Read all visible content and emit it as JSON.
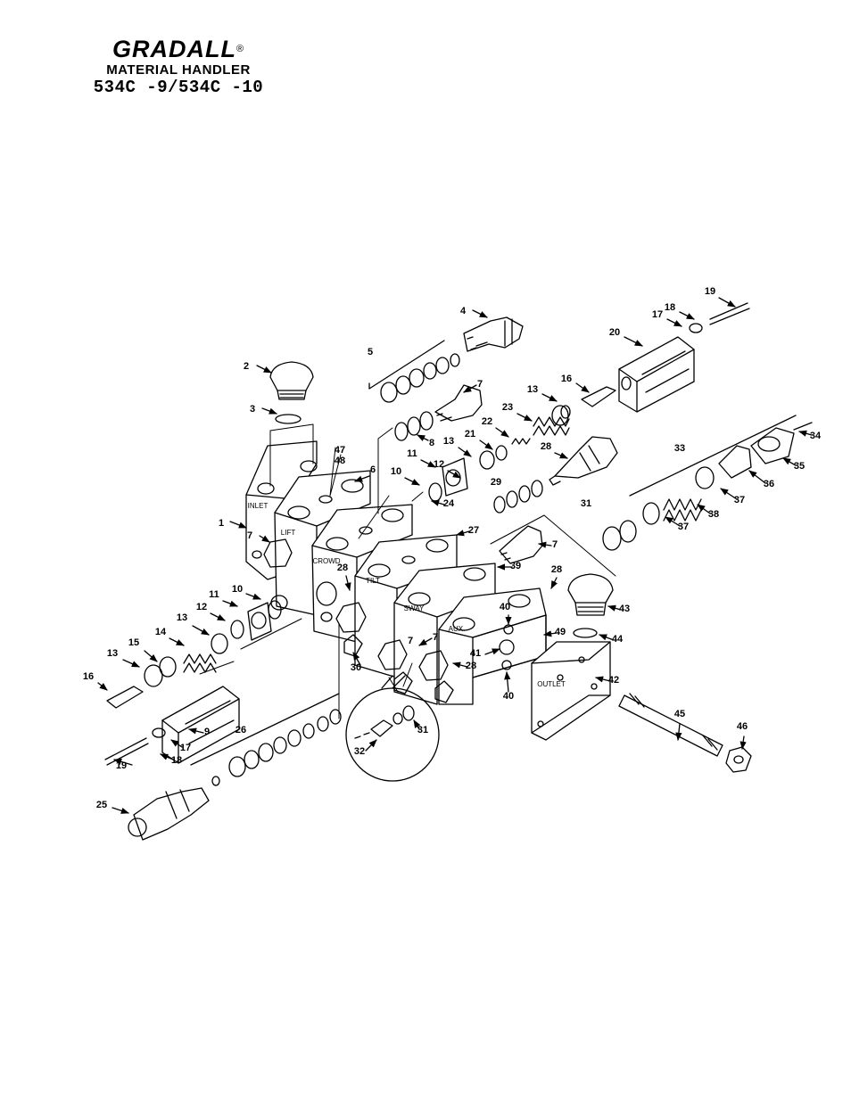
{
  "header": {
    "brand": "GRADALL",
    "registered_mark": "®",
    "subtitle": "MATERIAL HANDLER",
    "model": "534C -9/534C -10"
  },
  "section_labels": [
    "INLET",
    "LIFT",
    "CROWD",
    "TILT",
    "SWAY",
    "AUX.",
    "OUTLET"
  ],
  "callouts": [
    {
      "n": "1"
    },
    {
      "n": "2"
    },
    {
      "n": "3"
    },
    {
      "n": "4"
    },
    {
      "n": "5"
    },
    {
      "n": "6"
    },
    {
      "n": "7"
    },
    {
      "n": "7"
    },
    {
      "n": "7"
    },
    {
      "n": "7"
    },
    {
      "n": "7"
    },
    {
      "n": "8"
    },
    {
      "n": "9"
    },
    {
      "n": "10"
    },
    {
      "n": "10"
    },
    {
      "n": "11"
    },
    {
      "n": "11"
    },
    {
      "n": "12"
    },
    {
      "n": "12"
    },
    {
      "n": "13"
    },
    {
      "n": "13"
    },
    {
      "n": "13"
    },
    {
      "n": "13"
    },
    {
      "n": "14"
    },
    {
      "n": "15"
    },
    {
      "n": "16"
    },
    {
      "n": "16"
    },
    {
      "n": "17"
    },
    {
      "n": "17"
    },
    {
      "n": "18"
    },
    {
      "n": "18"
    },
    {
      "n": "19"
    },
    {
      "n": "19"
    },
    {
      "n": "20"
    },
    {
      "n": "21"
    },
    {
      "n": "22"
    },
    {
      "n": "23"
    },
    {
      "n": "24"
    },
    {
      "n": "25"
    },
    {
      "n": "26"
    },
    {
      "n": "27"
    },
    {
      "n": "28"
    },
    {
      "n": "28"
    },
    {
      "n": "28"
    },
    {
      "n": "28"
    },
    {
      "n": "29"
    },
    {
      "n": "30"
    },
    {
      "n": "31"
    },
    {
      "n": "31"
    },
    {
      "n": "32"
    },
    {
      "n": "33"
    },
    {
      "n": "34"
    },
    {
      "n": "35"
    },
    {
      "n": "36"
    },
    {
      "n": "37"
    },
    {
      "n": "37"
    },
    {
      "n": "38"
    },
    {
      "n": "39"
    },
    {
      "n": "40"
    },
    {
      "n": "40"
    },
    {
      "n": "41"
    },
    {
      "n": "42"
    },
    {
      "n": "43"
    },
    {
      "n": "44"
    },
    {
      "n": "45"
    },
    {
      "n": "46"
    },
    {
      "n": "47"
    },
    {
      "n": "48"
    },
    {
      "n": "49"
    }
  ]
}
